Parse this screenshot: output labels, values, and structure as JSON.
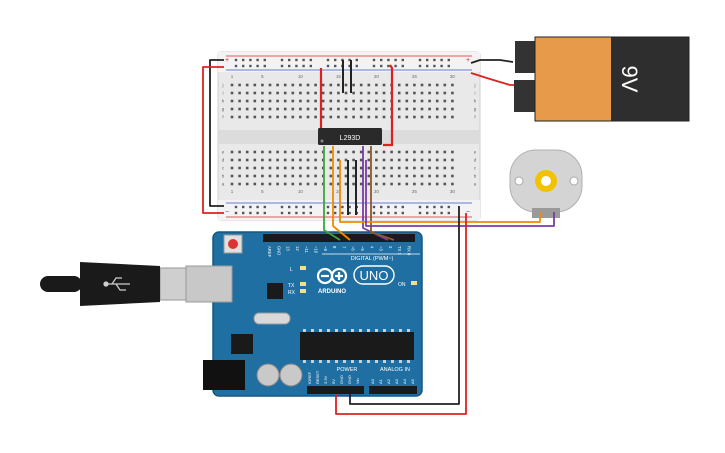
{
  "battery": {
    "label": "9V"
  },
  "chip": {
    "label": "L293D"
  },
  "arduino": {
    "logo_text": "ARDUINO",
    "model": "UNO",
    "digital_label": "DIGITAL (PWM~)",
    "power_label": "POWER",
    "analog_label": "ANALOG IN",
    "on_label": "ON",
    "tx_label": "TX",
    "rx_label": "RX",
    "l_label": "L",
    "power_pins": [
      "IOREF",
      "RESET",
      "3.3V",
      "5V",
      "GND",
      "GND",
      "Vin"
    ],
    "analog_pins": [
      "A0",
      "A1",
      "A2",
      "A3",
      "A4",
      "A5"
    ],
    "digital_pins": [
      "AREF",
      "GND",
      "13",
      "12",
      "~11",
      "~10",
      "~9",
      "8",
      "7",
      "~6",
      "~5",
      "4",
      "~3",
      "2",
      "TX 1",
      "RX 0"
    ]
  },
  "breadboard": {
    "column_numbers": [
      "1",
      "5",
      "10",
      "15",
      "20",
      "25",
      "30"
    ],
    "row_letters_top": [
      "j",
      "i",
      "h",
      "g",
      "f"
    ],
    "row_letters_bottom": [
      "e",
      "d",
      "c",
      "b",
      "a"
    ],
    "plus_sign": "+",
    "minus_sign": "−"
  },
  "colors": {
    "board_blue": "#1f6fa3",
    "board_dark": "#17567f",
    "wire_red": "#e02020",
    "wire_black": "#222222",
    "wire_green": "#3da53d",
    "wire_orange": "#f08a00",
    "wire_purple": "#7a3aa8",
    "wire_brown": "#8a5a2b",
    "battery_orange": "#e69a4a",
    "battery_dark": "#2e2e2e"
  }
}
